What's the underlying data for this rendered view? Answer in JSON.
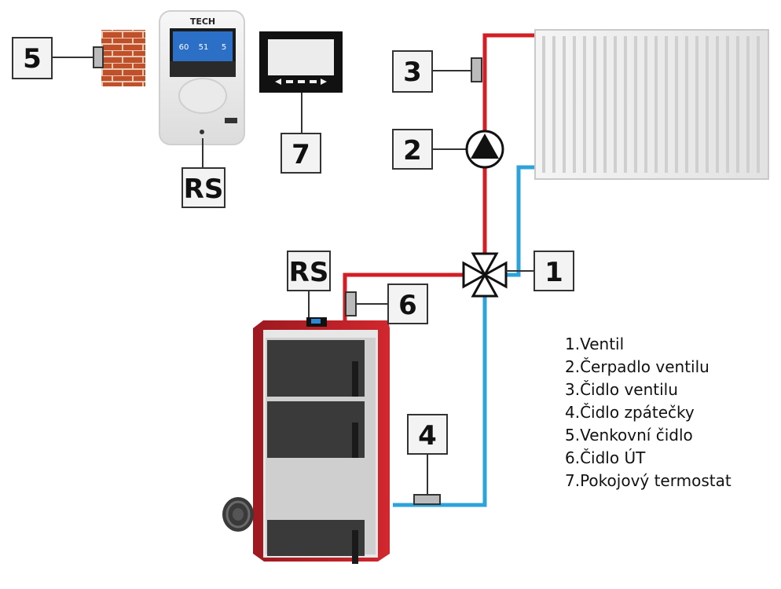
{
  "labels": {
    "n1": "1",
    "n2": "2",
    "n3": "3",
    "n4": "4",
    "n5": "5",
    "n6": "6",
    "n7": "7",
    "rs_top": "RS",
    "rs_boiler": "RS"
  },
  "controller": {
    "brand": "TECH",
    "screen_values": [
      "60",
      "51",
      "5"
    ]
  },
  "legend": [
    "1.Ventil",
    "2.Čerpadlo ventilu",
    "3.Čidlo ventilu",
    "4.Čidlo zpátečky",
    "5.Venkovní čidlo",
    "6.Čidlo ÚT",
    "7.Pokojový termostat"
  ],
  "colors": {
    "supply_pipe": "#d21f26",
    "return_pipe": "#2ea3db",
    "boiler_body": "#c8242b",
    "brick": "#c0502a"
  }
}
